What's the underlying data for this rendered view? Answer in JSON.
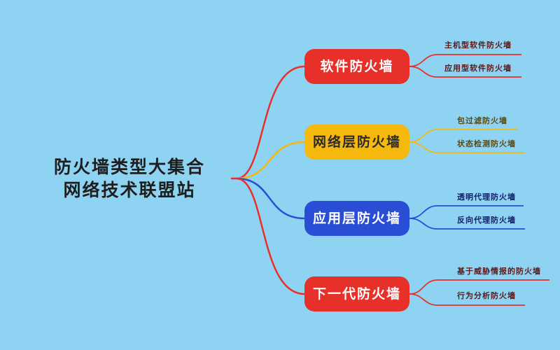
{
  "root": {
    "line1": "防火墙类型大集合",
    "line2": "网络技术联盟站"
  },
  "branches": [
    {
      "label": "软件防火墙",
      "color": "#e8302a",
      "children": [
        "主机型软件防火墙",
        "应用型软件防火墙"
      ]
    },
    {
      "label": "网络层防火墙",
      "color": "#f4b90c",
      "children": [
        "包过滤防火墙",
        "状态检测防火墙"
      ]
    },
    {
      "label": "应用层防火墙",
      "color": "#2a4dd6",
      "children": [
        "透明代理防火墙",
        "反向代理防火墙"
      ]
    },
    {
      "label": "下一代防火墙",
      "color": "#e8302a",
      "children": [
        "基于威胁情报的防火墙",
        "行为分析防火墙"
      ]
    }
  ],
  "colors": {
    "background": "#8fd3f2",
    "root_text": "#1e1e1e",
    "leaf_text_red": "#5a1a1a",
    "leaf_text_yellow": "#5a4a10",
    "leaf_text_blue": "#10206a"
  }
}
